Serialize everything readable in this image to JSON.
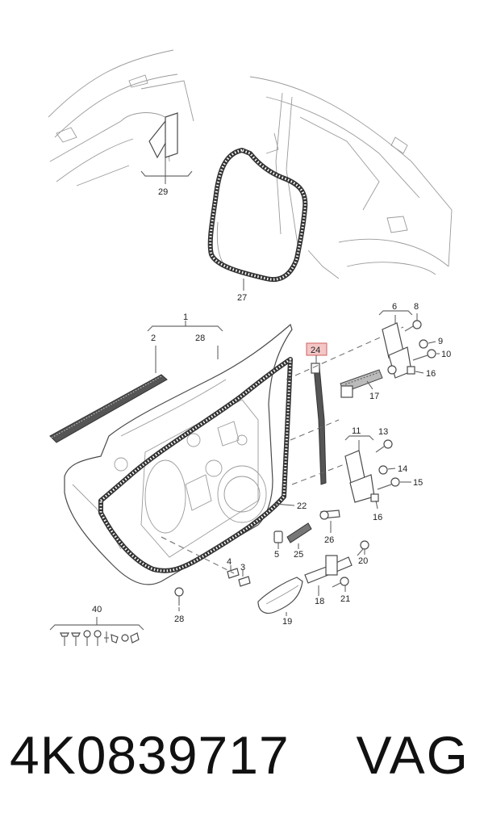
{
  "callouts": {
    "c1": "1",
    "c2": "2",
    "c3": "3",
    "c4": "4",
    "c5": "5",
    "c6": "6",
    "c8": "8",
    "c9": "9",
    "c10": "10",
    "c11": "11",
    "c13": "13",
    "c14": "14",
    "c15": "15",
    "c16a": "16",
    "c16b": "16",
    "c17": "17",
    "c18": "18",
    "c19": "19",
    "c20": "20",
    "c21": "21",
    "c22": "22",
    "c24": "24",
    "c25": "25",
    "c26": "26",
    "c27": "27",
    "c28a": "28",
    "c28b": "28",
    "c29": "29",
    "c40": "40"
  },
  "highlight": {
    "callout": "24",
    "color": "#f4c6c6"
  },
  "footer": {
    "part_number": "4K0839717",
    "brand": "VAG"
  }
}
